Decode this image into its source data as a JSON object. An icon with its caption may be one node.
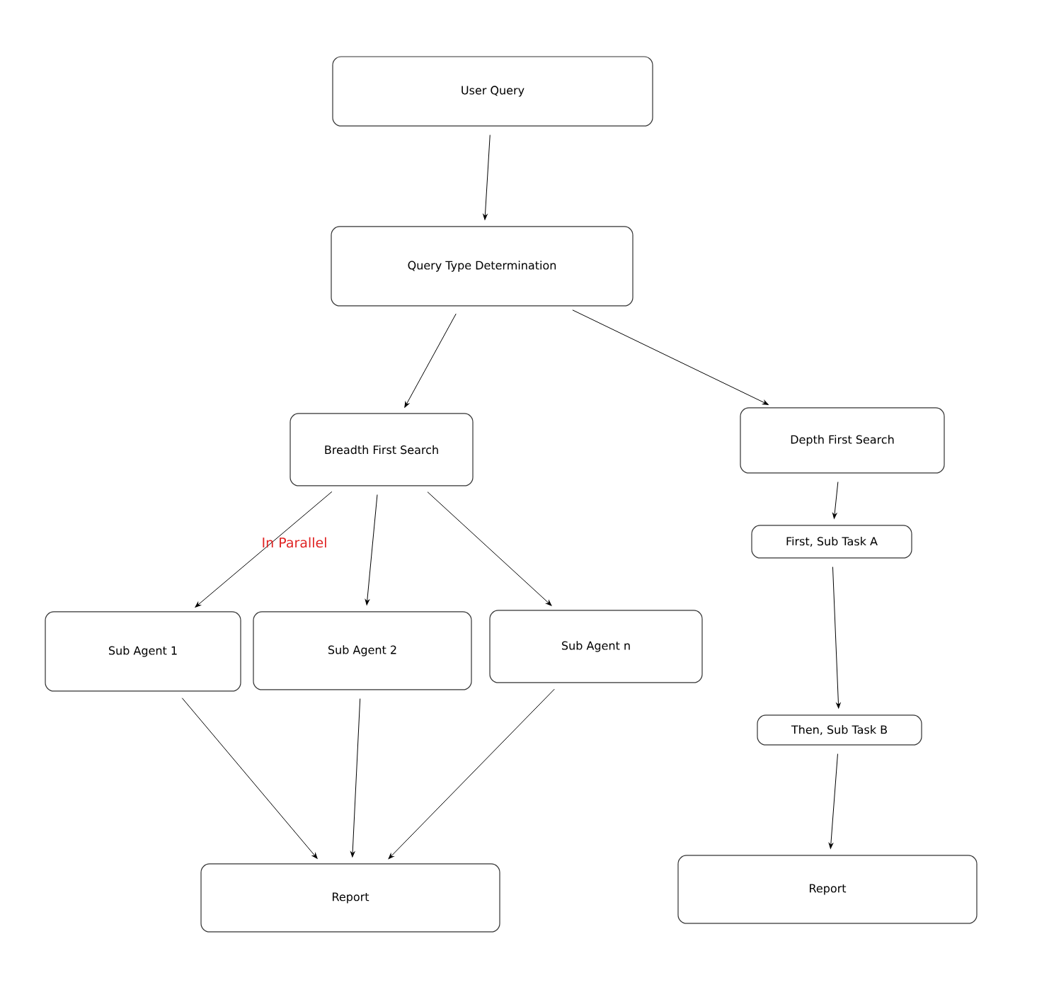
{
  "diagram": {
    "nodes": [
      {
        "text": [
          "User Query"
        ]
      },
      {
        "text": [
          "Query Type Determination"
        ]
      },
      {
        "text": [
          "Breadth First Search"
        ]
      },
      {
        "text": [
          "Depth First Search"
        ]
      },
      {
        "text": [
          "First, Sub Task A"
        ]
      },
      {
        "text": [
          "Sub Agent 1"
        ]
      },
      {
        "text": [
          "Sub Agent 2"
        ]
      },
      {
        "text": [
          "Sub Agent n"
        ]
      },
      {
        "text": [
          "Then, Sub Task B"
        ]
      },
      {
        "text": [
          "Report"
        ]
      },
      {
        "text": [
          "Report"
        ]
      }
    ],
    "edges": [
      {
        "from": 0,
        "to": 1,
        "arrow": "to"
      },
      {
        "from": 1,
        "to": 2,
        "arrow": "to"
      },
      {
        "from": 1,
        "to": 3,
        "arrow": "to"
      },
      {
        "from": 2,
        "to": 5,
        "arrow": "to"
      },
      {
        "from": 2,
        "to": 6,
        "arrow": "to"
      },
      {
        "from": 2,
        "to": 7,
        "arrow": "to"
      },
      {
        "from": 3,
        "to": 4,
        "arrow": "to"
      },
      {
        "from": 4,
        "to": 8,
        "arrow": "to"
      },
      {
        "from": 5,
        "to": 9,
        "arrow": "to"
      },
      {
        "from": 6,
        "to": 9,
        "arrow": "to"
      },
      {
        "from": 7,
        "to": 9,
        "arrow": "to"
      },
      {
        "from": 8,
        "to": 10,
        "arrow": "to"
      }
    ],
    "labels": [
      "In Parallel"
    ]
  }
}
